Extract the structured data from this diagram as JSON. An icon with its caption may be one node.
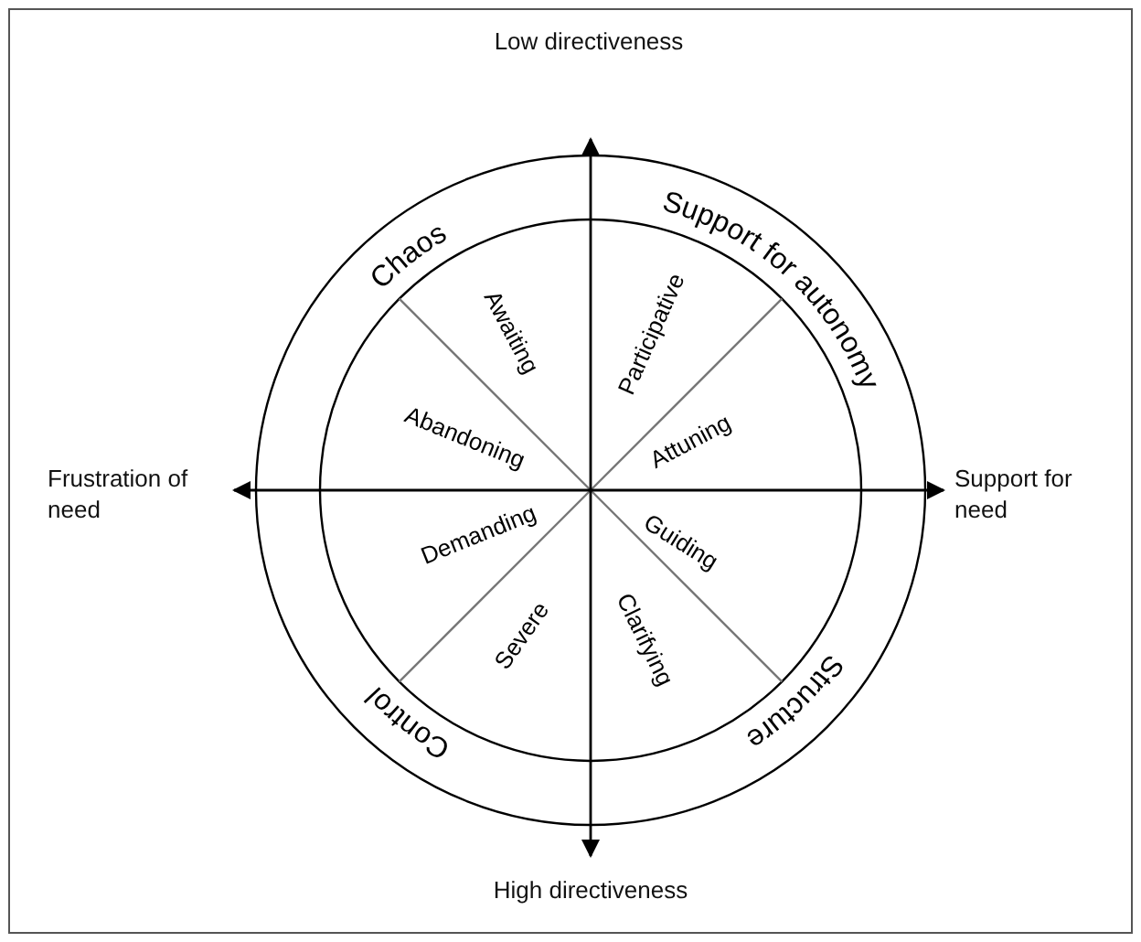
{
  "diagram": {
    "nodes": [
      {
        "text": [
          "Chaos"
        ]
      },
      {
        "text": [
          "Support for autonomy"
        ]
      },
      {
        "text": [
          "Structure"
        ]
      },
      {
        "text": [
          "Control"
        ]
      },
      {
        "text": [
          "Awaiting"
        ]
      },
      {
        "text": [
          "Participative"
        ]
      },
      {
        "text": [
          "Attuning"
        ]
      },
      {
        "text": [
          "Guiding"
        ]
      },
      {
        "text": [
          "Clarifying"
        ]
      },
      {
        "text": [
          "Severe"
        ]
      },
      {
        "text": [
          "Demanding"
        ]
      },
      {
        "text": [
          "Abandoning"
        ]
      }
    ],
    "labels": [
      "Low directiveness",
      "Frustration of need",
      "Support for need",
      "High directiveness"
    ]
  }
}
